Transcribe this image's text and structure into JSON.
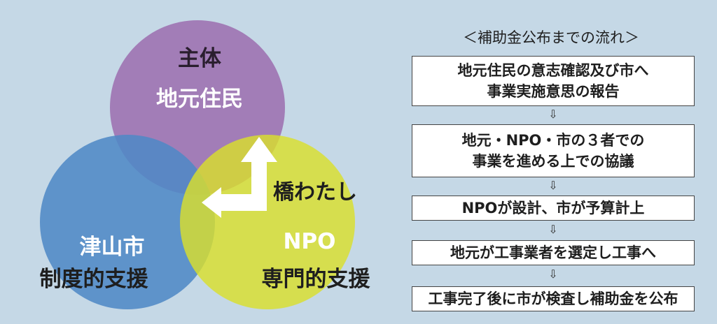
{
  "venn": {
    "main": {
      "line1": "主体",
      "line2": "地元住民",
      "color": "#a27db7"
    },
    "city": {
      "line1": "津山市",
      "line2": "制度的支援",
      "color": "#5089c6"
    },
    "npo": {
      "line1": "NPO",
      "line2": "専門的支援",
      "color": "#d9df2c"
    },
    "bridge_label": "橋わたし",
    "arrow_color": "#ffffff"
  },
  "flow": {
    "title": "＜補助金公布までの流れ＞",
    "arrow_glyph": "⇩",
    "steps": [
      {
        "lines": [
          "地元住民の意志確認及び市へ",
          "事業実施意思の報告"
        ]
      },
      {
        "lines": [
          "地元・NPO・市の３者での",
          "事業を進める上での協議"
        ]
      },
      {
        "lines": [
          "NPOが設計、市が予算計上"
        ]
      },
      {
        "lines": [
          "地元が工事業者を選定し工事へ"
        ]
      },
      {
        "lines": [
          "工事完了後に市が検査し補助金を公布"
        ]
      }
    ]
  }
}
